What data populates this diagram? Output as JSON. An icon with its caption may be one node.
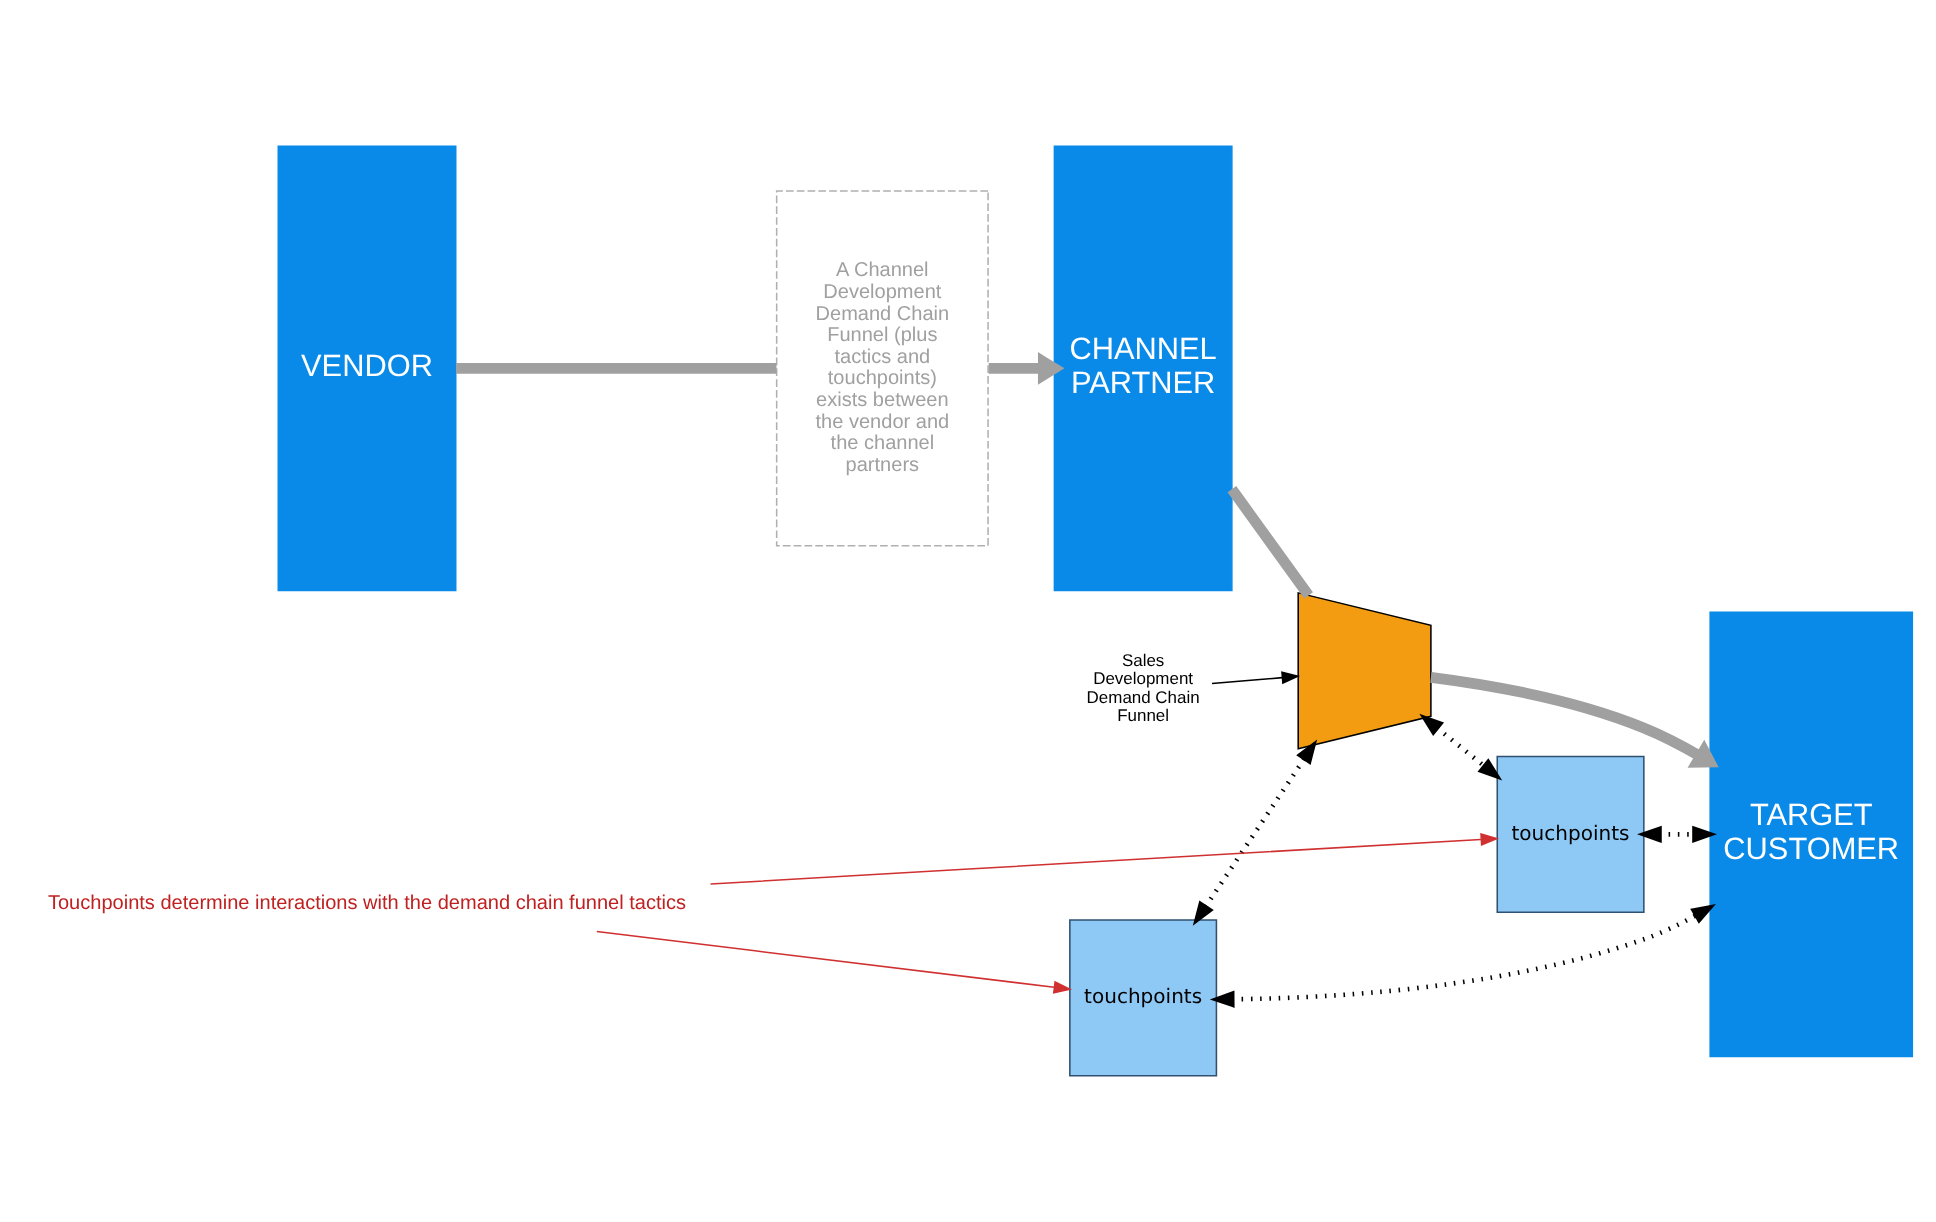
{
  "diagram": {
    "nodes": [
      {
        "text": [
          "VENDOR"
        ]
      },
      {
        "text": [
          "touchpoints"
        ]
      },
      {
        "text": [
          "A Channel Development Demand Chain Funnel (plus tactics and touchpoints) exists between the vendor and the channel partners"
        ]
      },
      {
        "text": [
          "CHANNEL PARTNER"
        ]
      },
      {
        "text": [
          "touchpoints"
        ]
      },
      {
        "text": [],
        "shape": "funnel"
      },
      {
        "text": [
          "Sales Development Demand Chain Funnel"
        ]
      },
      {
        "text": [
          "TARGET CUSTOMER"
        ]
      },
      {
        "text": [
          "Touchpoints determine interactions with the demand chain funnel tactics"
        ]
      }
    ],
    "edges": [
      {
        "from": 0,
        "to": 2,
        "arrow": "none",
        "style": "thick",
        "color": "#a0a0a0"
      },
      {
        "from": 2,
        "to": 3,
        "arrow": "to",
        "style": "thick",
        "color": "#a0a0a0"
      },
      {
        "from": 3,
        "to": 5,
        "arrow": "none",
        "style": "thick",
        "color": "#a0a0a0"
      },
      {
        "from": 5,
        "to": 7,
        "arrow": "to",
        "style": "thick",
        "color": "#a0a0a0"
      },
      {
        "from": 4,
        "to": 7,
        "arrow": "both",
        "style": "dashed"
      },
      {
        "from": 4,
        "to": 5,
        "arrow": "both",
        "style": "dashed"
      },
      {
        "from": 5,
        "to": 1,
        "arrow": "both",
        "style": "dashed"
      },
      {
        "from": 1,
        "to": 7,
        "arrow": "both",
        "style": "dashed"
      },
      {
        "from": 6,
        "to": 5,
        "arrow": "to"
      },
      {
        "from": 8,
        "to": 4,
        "arrow": "to",
        "color": "#d03030"
      },
      {
        "from": 8,
        "to": 1,
        "arrow": "to",
        "color": "#d03030"
      }
    ]
  }
}
